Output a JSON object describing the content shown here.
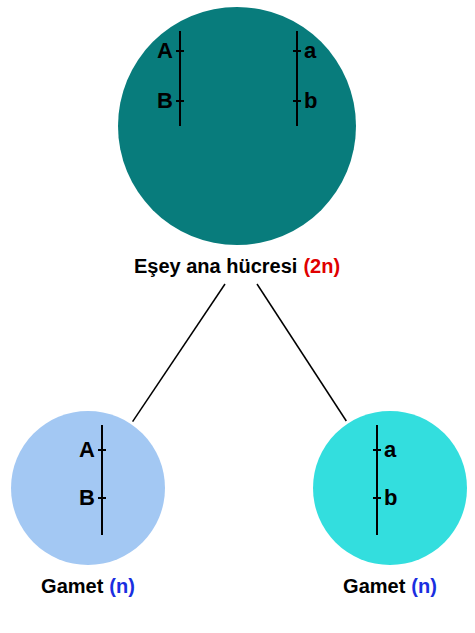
{
  "diagram": {
    "nodes": [
      {
        "text": [
          "A",
          "B",
          "a",
          "b",
          "Eşey ana hücresi",
          "(2n)"
        ]
      },
      {
        "text": [
          "A",
          "B",
          "Gamet",
          "(n)"
        ]
      },
      {
        "text": [
          "a",
          "b",
          "Gamet",
          "(n)"
        ]
      }
    ],
    "edges": [
      {
        "from": 0,
        "to": 1,
        "arrow": "none"
      },
      {
        "from": 0,
        "to": 2,
        "arrow": "none"
      }
    ]
  }
}
